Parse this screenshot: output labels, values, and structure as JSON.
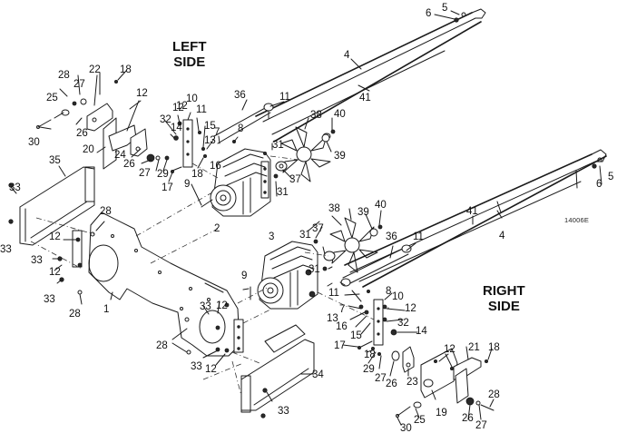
{
  "diagram": {
    "type": "exploded parts diagram",
    "side_labels": {
      "left": [
        "LEFT",
        "SIDE"
      ],
      "right": [
        "RIGHT",
        "SIDE"
      ]
    },
    "figure_code": "14006E",
    "callouts": [
      {
        "id": "c1",
        "text": "1"
      },
      {
        "id": "c2",
        "text": "2"
      },
      {
        "id": "c3",
        "text": "3"
      },
      {
        "id": "c4a",
        "text": "4"
      },
      {
        "id": "c4b",
        "text": "4"
      },
      {
        "id": "c5a",
        "text": "5"
      },
      {
        "id": "c5b",
        "text": "5"
      },
      {
        "id": "c6a",
        "text": "6"
      },
      {
        "id": "c6b",
        "text": "6"
      },
      {
        "id": "c7a",
        "text": "7"
      },
      {
        "id": "c7b",
        "text": "7"
      },
      {
        "id": "c8a",
        "text": "8"
      },
      {
        "id": "c8b",
        "text": "8"
      },
      {
        "id": "c9a",
        "text": "9"
      },
      {
        "id": "c9b",
        "text": "9"
      },
      {
        "id": "c10a",
        "text": "10"
      },
      {
        "id": "c10b",
        "text": "10"
      },
      {
        "id": "c11a",
        "text": "11"
      },
      {
        "id": "c11b",
        "text": "11"
      },
      {
        "id": "c11c",
        "text": "11"
      },
      {
        "id": "c11d",
        "text": "11"
      },
      {
        "id": "c12a",
        "text": "12"
      },
      {
        "id": "c12b",
        "text": "12"
      },
      {
        "id": "c12c",
        "text": "12"
      },
      {
        "id": "c12d",
        "text": "12"
      },
      {
        "id": "c12e",
        "text": "12"
      },
      {
        "id": "c12f",
        "text": "12"
      },
      {
        "id": "c12g",
        "text": "12"
      },
      {
        "id": "c12h",
        "text": "12"
      },
      {
        "id": "c12i",
        "text": "12"
      },
      {
        "id": "c13a",
        "text": "13"
      },
      {
        "id": "c13b",
        "text": "13"
      },
      {
        "id": "c14a",
        "text": "14"
      },
      {
        "id": "c14b",
        "text": "14"
      },
      {
        "id": "c15a",
        "text": "15"
      },
      {
        "id": "c15b",
        "text": "15"
      },
      {
        "id": "c16a",
        "text": "16"
      },
      {
        "id": "c16b",
        "text": "16"
      },
      {
        "id": "c17a",
        "text": "17"
      },
      {
        "id": "c17b",
        "text": "17"
      },
      {
        "id": "c18a",
        "text": "18"
      },
      {
        "id": "c18b",
        "text": "18"
      },
      {
        "id": "c18c",
        "text": "18"
      },
      {
        "id": "c18d",
        "text": "18"
      },
      {
        "id": "c19",
        "text": "19"
      },
      {
        "id": "c20",
        "text": "20"
      },
      {
        "id": "c21",
        "text": "21"
      },
      {
        "id": "c22",
        "text": "22"
      },
      {
        "id": "c23",
        "text": "23"
      },
      {
        "id": "c24",
        "text": "24"
      },
      {
        "id": "c25a",
        "text": "25"
      },
      {
        "id": "c25b",
        "text": "25"
      },
      {
        "id": "c26a",
        "text": "26"
      },
      {
        "id": "c26b",
        "text": "26"
      },
      {
        "id": "c26c",
        "text": "26"
      },
      {
        "id": "c26d",
        "text": "26"
      },
      {
        "id": "c27a",
        "text": "27"
      },
      {
        "id": "c27b",
        "text": "27"
      },
      {
        "id": "c27c",
        "text": "27"
      },
      {
        "id": "c27d",
        "text": "27"
      },
      {
        "id": "c28a",
        "text": "28"
      },
      {
        "id": "c28b",
        "text": "28"
      },
      {
        "id": "c28c",
        "text": "28"
      },
      {
        "id": "c28d",
        "text": "28"
      },
      {
        "id": "c28e",
        "text": "28"
      },
      {
        "id": "c29a",
        "text": "29"
      },
      {
        "id": "c29b",
        "text": "29"
      },
      {
        "id": "c30a",
        "text": "30"
      },
      {
        "id": "c30b",
        "text": "30"
      },
      {
        "id": "c31a",
        "text": "31"
      },
      {
        "id": "c31b",
        "text": "31"
      },
      {
        "id": "c31c",
        "text": "31"
      },
      {
        "id": "c31d",
        "text": "31"
      },
      {
        "id": "c32a",
        "text": "32"
      },
      {
        "id": "c32b",
        "text": "32"
      },
      {
        "id": "c33a",
        "text": "33"
      },
      {
        "id": "c33b",
        "text": "33"
      },
      {
        "id": "c33c",
        "text": "33"
      },
      {
        "id": "c33d",
        "text": "33"
      },
      {
        "id": "c33e",
        "text": "33"
      },
      {
        "id": "c33f",
        "text": "33"
      },
      {
        "id": "c33g",
        "text": "33"
      },
      {
        "id": "c34",
        "text": "34"
      },
      {
        "id": "c35",
        "text": "35"
      },
      {
        "id": "c36a",
        "text": "36"
      },
      {
        "id": "c36b",
        "text": "36"
      },
      {
        "id": "c37a",
        "text": "37"
      },
      {
        "id": "c37b",
        "text": "37"
      },
      {
        "id": "c38a",
        "text": "38"
      },
      {
        "id": "c38b",
        "text": "38"
      },
      {
        "id": "c39a",
        "text": "39"
      },
      {
        "id": "c39b",
        "text": "39"
      },
      {
        "id": "c40a",
        "text": "40"
      },
      {
        "id": "c40b",
        "text": "40"
      },
      {
        "id": "c41a",
        "text": "41"
      },
      {
        "id": "c41b",
        "text": "41"
      }
    ]
  }
}
